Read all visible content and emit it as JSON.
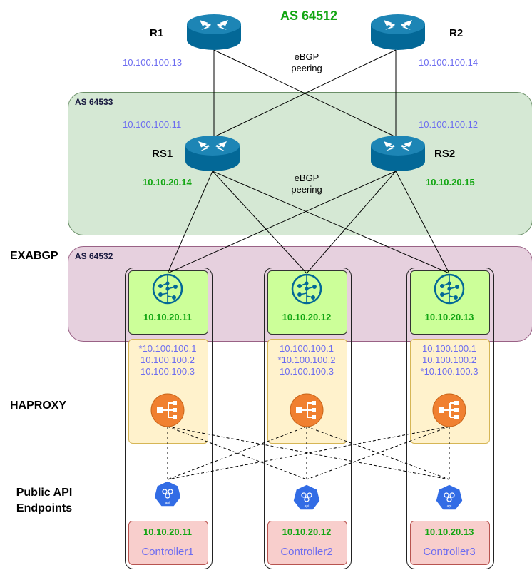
{
  "title": "AS 64512",
  "as_upper": "AS 64533",
  "as_lower": "AS 64532",
  "peering_top": [
    "eBGP",
    "peering"
  ],
  "peering_mid": [
    "eBGP",
    "peering"
  ],
  "routers": {
    "r1": {
      "name": "R1",
      "ip": "10.100.100.13"
    },
    "r2": {
      "name": "R2",
      "ip": "10.100.100.14"
    },
    "rs1": {
      "name": "RS1",
      "ip_top": "10.100.100.11",
      "ip_bottom": "10.10.20.14"
    },
    "rs2": {
      "name": "RS2",
      "ip_top": "10.100.100.12",
      "ip_bottom": "10.10.20.15"
    }
  },
  "sections": {
    "exabgp": "EXABGP",
    "haproxy": "HAPROXY",
    "api_line1": "Public API",
    "api_line2": "Endpoints"
  },
  "nodes": [
    {
      "exabgp_ip": "10.10.20.11",
      "vips": [
        "*10.100.100.1",
        "10.100.100.2",
        "10.100.100.3"
      ],
      "api": "api",
      "ctrl_ip": "10.10.20.11",
      "ctrl_name": "Controller1"
    },
    {
      "exabgp_ip": "10.10.20.12",
      "vips": [
        "10.100.100.1",
        "*10.100.100.2",
        "10.100.100.3"
      ],
      "api": "api",
      "ctrl_ip": "10.10.20.12",
      "ctrl_name": "Controller2"
    },
    {
      "exabgp_ip": "10.10.20.13",
      "vips": [
        "10.100.100.1",
        "10.100.100.2",
        "*10.100.100.3"
      ],
      "api": "api",
      "ctrl_ip": "10.10.20.13",
      "ctrl_name": "Controller3"
    }
  ],
  "colors": {
    "as_upper_fill": "#d5e8d4",
    "as_lower_fill": "#e6d0de",
    "router": "#036897",
    "haproxy": "#f08030",
    "api": "#326ce5",
    "green_text": "#13a613",
    "blue_text": "#6c6cf0"
  },
  "icons": [
    "router-icon",
    "bgp-speaker-icon",
    "load-balancer-icon",
    "api-service-icon"
  ]
}
